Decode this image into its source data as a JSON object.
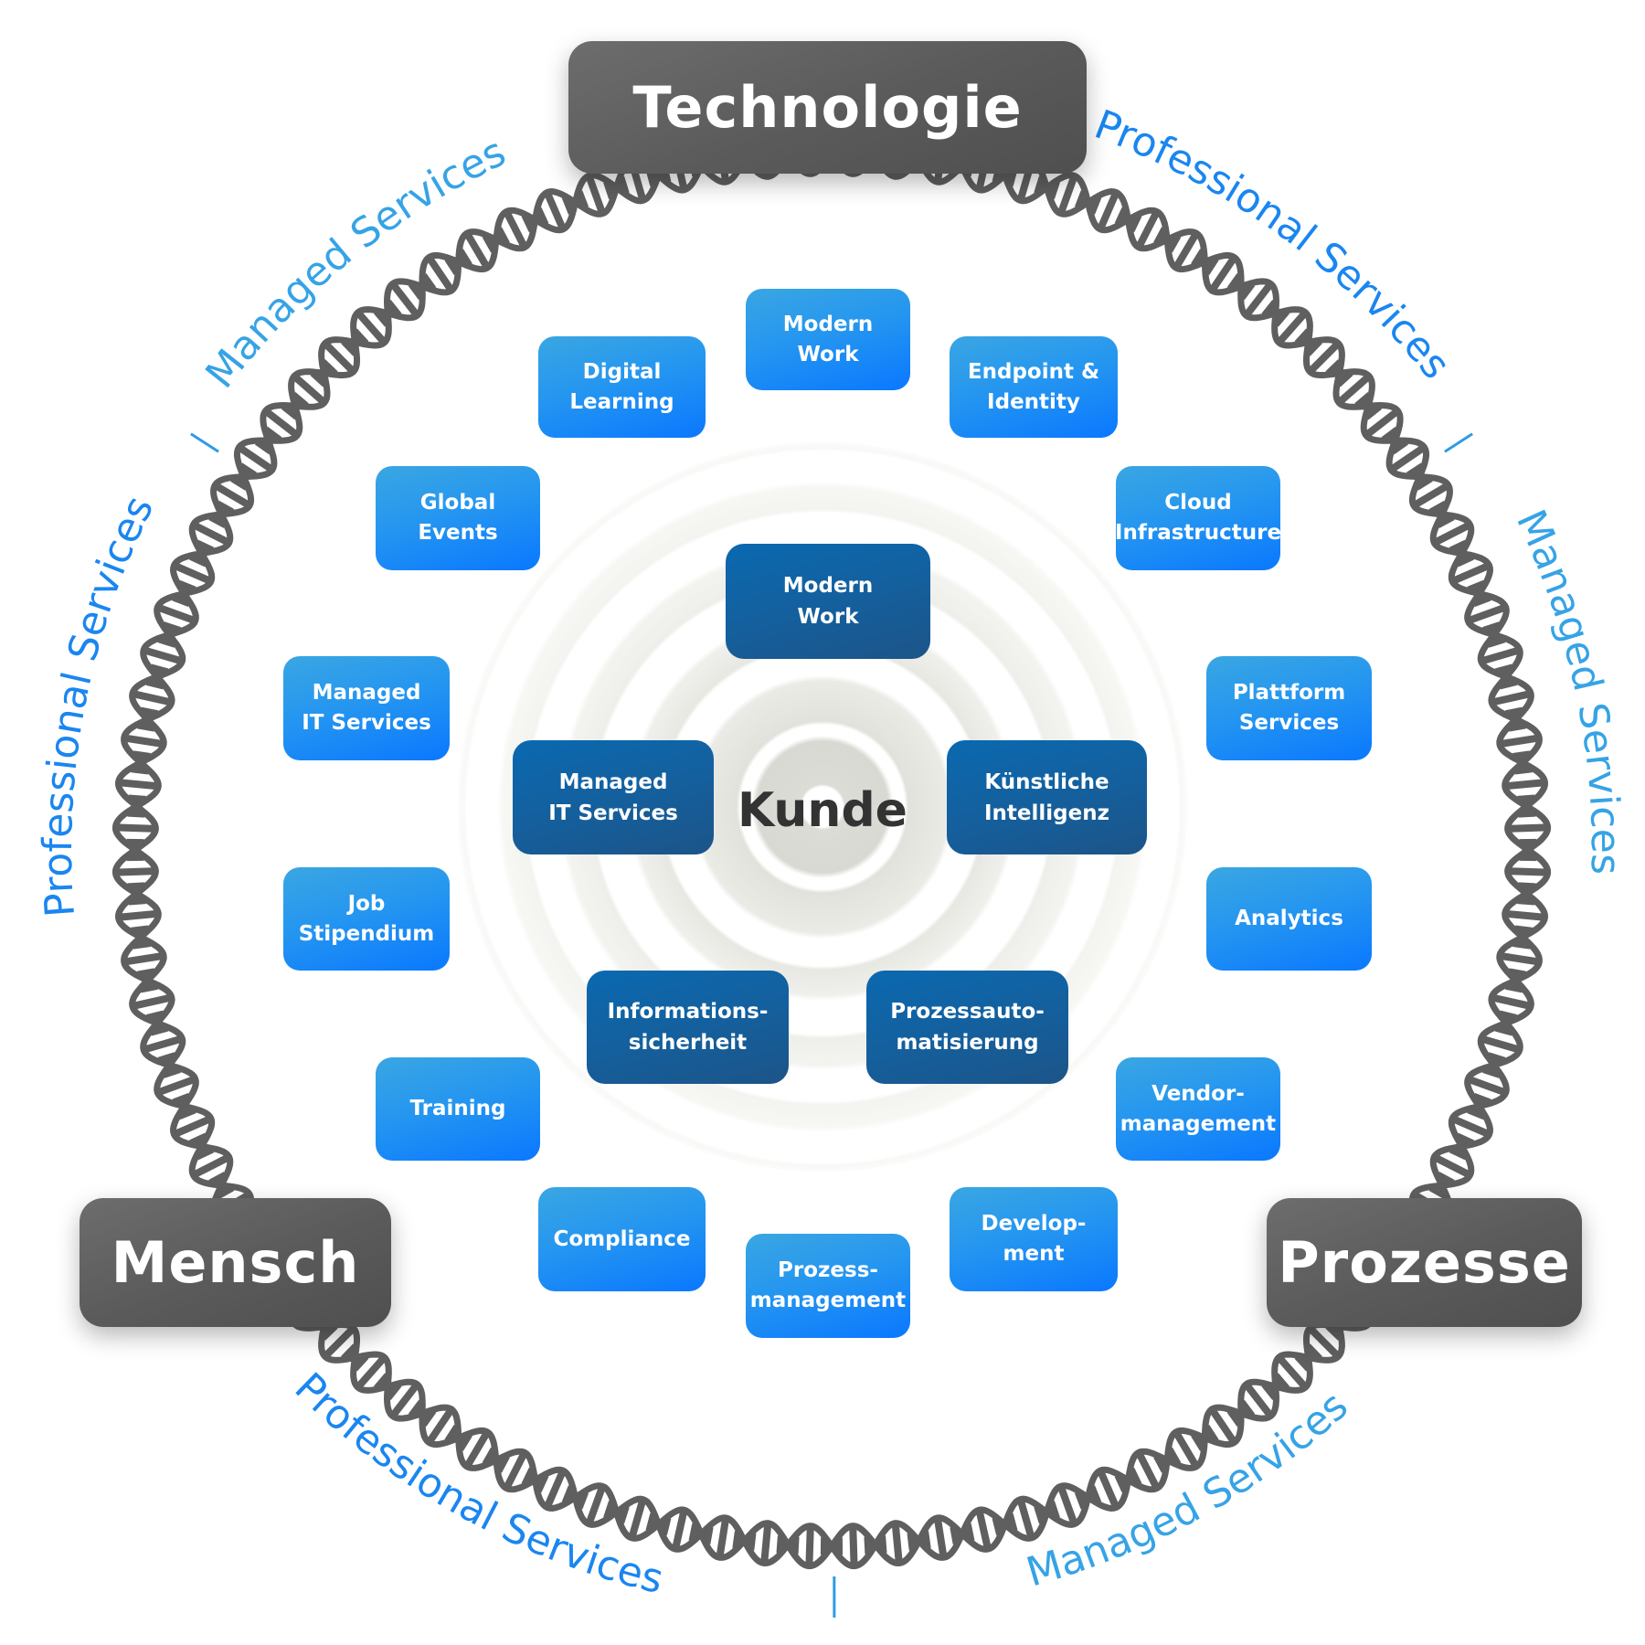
{
  "center": {
    "label": "Kunde"
  },
  "pillars": [
    {
      "id": "technologie",
      "label": "Technologie"
    },
    {
      "id": "mensch",
      "label": "Mensch"
    },
    {
      "id": "prozesse",
      "label": "Prozesse"
    }
  ],
  "inner_ring": [
    {
      "label": "Modern\nWork"
    },
    {
      "label": "Managed\nIT Services"
    },
    {
      "label": "Künstliche\nIntelligenz"
    },
    {
      "label": "Informations-\nsicherheit"
    },
    {
      "label": "Prozessauto-\nmatisierung"
    }
  ],
  "outer_ring": [
    {
      "label": "Modern\nWork"
    },
    {
      "label": "Digital\nLearning"
    },
    {
      "label": "Endpoint &\nIdentity"
    },
    {
      "label": "Global\nEvents"
    },
    {
      "label": "Cloud\nInfrastructure"
    },
    {
      "label": "Managed\nIT Services"
    },
    {
      "label": "Plattform\nServices"
    },
    {
      "label": "Job\nStipendium"
    },
    {
      "label": "Analytics"
    },
    {
      "label": "Training"
    },
    {
      "label": "Vendor-\nmanagement"
    },
    {
      "label": "Compliance"
    },
    {
      "label": "Develop-\nment"
    },
    {
      "label": "Prozess-\nmanagement"
    }
  ],
  "ring_labels": {
    "professional": "Professional Services",
    "managed": "Managed Services",
    "separator": "|"
  },
  "colors": {
    "label_blue_dark": "#1a86f0",
    "label_blue_light": "#36a3e6",
    "dna": "#5f5f5f",
    "center_text": "#333333"
  }
}
